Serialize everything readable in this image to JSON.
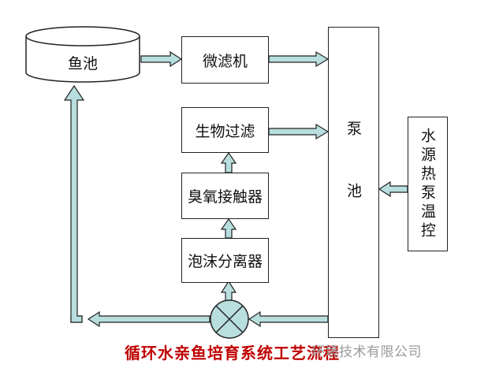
{
  "nodes": {
    "fish_pond": "鱼池",
    "microfilter": "微滤机",
    "biofilter": "生物过滤",
    "ozone": "臭氧接触器",
    "foam": "泡沫分离器",
    "pump_pool": "泵池",
    "heat_pump": "水源热泵温控"
  },
  "caption": "循环水亲鱼培育系统工艺流程",
  "watermark": "环境技术有限公司",
  "colors": {
    "arrow_fill": "#b8dede",
    "arrow_stroke": "#222222",
    "caption": "#c00000"
  }
}
